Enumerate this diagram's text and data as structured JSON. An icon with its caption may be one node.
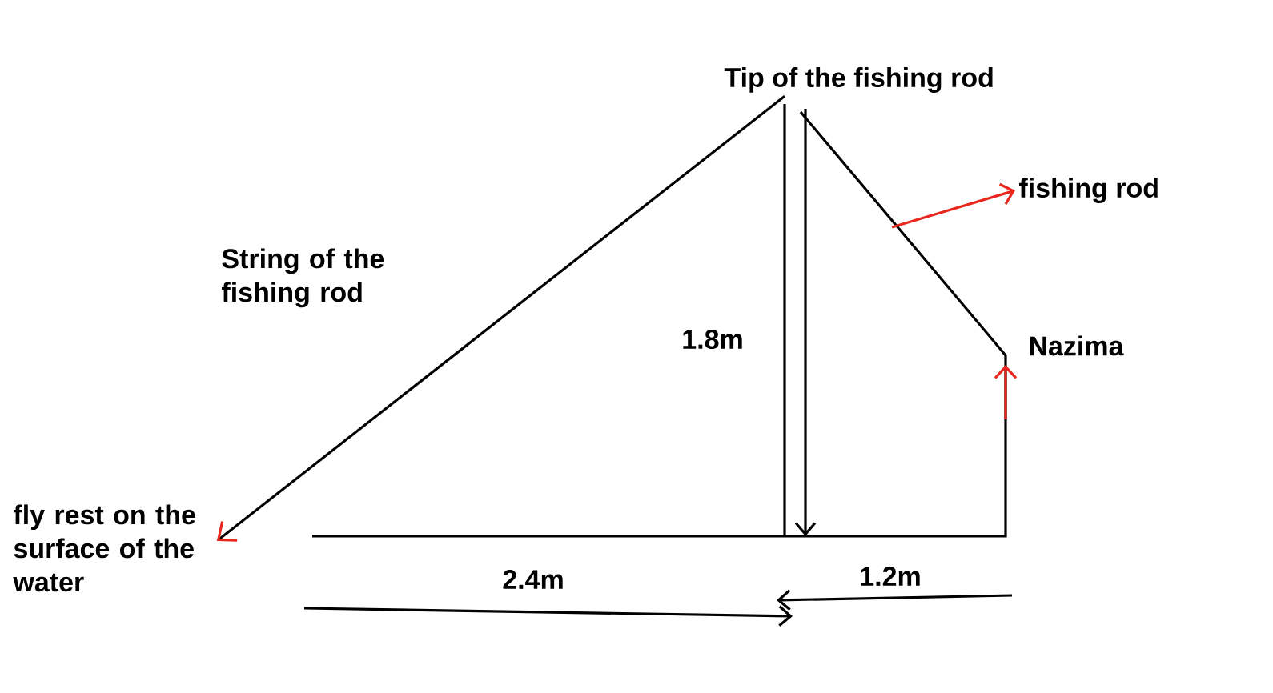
{
  "diagram": {
    "nodes": [
      {
        "text": [
          "Tip of the fishing rod"
        ]
      },
      {
        "text": [
          "String of the fishing rod"
        ]
      },
      {
        "text": [
          "fishing rod"
        ]
      },
      {
        "text": [
          "Nazima"
        ]
      },
      {
        "text": [
          "fly rest on the surface of the water"
        ]
      }
    ],
    "edges": [
      {
        "from": 0,
        "to": 4,
        "arrow": "to",
        "color": "#000000"
      },
      {
        "from": null,
        "to": 2,
        "arrow": "to",
        "color": "#e8281e"
      },
      {
        "from": null,
        "to": 3,
        "arrow": "to",
        "color": "#e8281e"
      }
    ],
    "labels": [
      "1.8m",
      "2.4m",
      "1.2m"
    ]
  }
}
